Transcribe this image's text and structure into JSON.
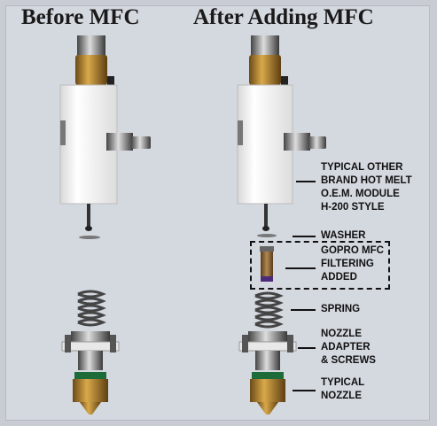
{
  "headings": {
    "before": "Before MFC",
    "after": "After Adding MFC"
  },
  "callouts": {
    "oem_module": "TYPICAL OTHER\nBRAND HOT MELT\nO.E.M.  MODULE\nH-200 STYLE",
    "washer": "WASHER",
    "filter": "GOPRO MFC\nFILTERING\nADDED",
    "spring": "SPRING",
    "adapter": "NOZZLE\nADAPTER\n& SCREWS",
    "nozzle": "TYPICAL\nNOZZLE"
  },
  "colors": {
    "background": "#d4d8df",
    "module_body": "#f4f4f4",
    "brass": "#b8872e",
    "metal": "#8a8a8a",
    "filter_mesh": "#8a6a3a"
  }
}
